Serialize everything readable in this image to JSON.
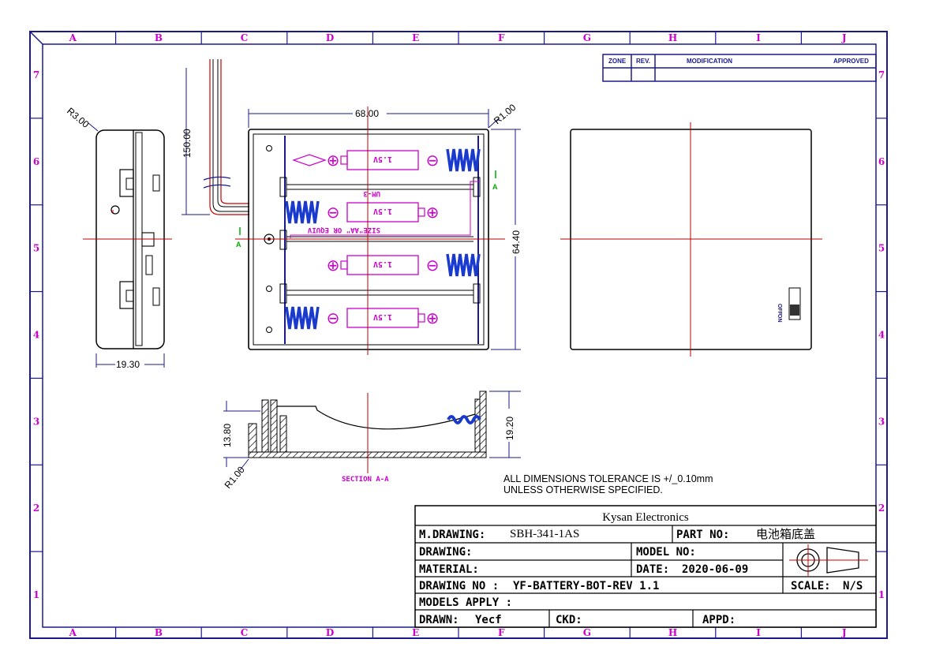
{
  "frame": {
    "columns": [
      "A",
      "B",
      "C",
      "D",
      "E",
      "F",
      "G",
      "H",
      "I",
      "J"
    ],
    "rows": [
      "7",
      "6",
      "5",
      "4",
      "3",
      "2",
      "1"
    ],
    "border_color": "#1a1a8c",
    "label_color": "#cc00cc"
  },
  "revision_table": {
    "headers": [
      "ZONE",
      "REV.",
      "MODIFICATION",
      "APPROVED"
    ]
  },
  "views": {
    "side_view": {
      "radius_label": "R3.00",
      "width_label": "19.30"
    },
    "top_view": {
      "width_label": "68.00",
      "height_label": "64.40",
      "corner_label": "R1.00",
      "wire_length_label": "150.00",
      "section_marker": "A",
      "battery_label": "1.5V",
      "cell_type_label": "UM-3",
      "size_label": "SIZE\"AA\" OR EQUIV",
      "plus_symbol": "⊕",
      "minus_symbol": "⊖"
    },
    "bottom_view": {
      "switch_on": "ON",
      "switch_off": "OFF"
    },
    "section_view": {
      "title": "SECTION A-A",
      "height_left": "13.80",
      "height_right": "19.20",
      "corner_label": "R1.00"
    }
  },
  "notes": {
    "line1": "ALL DIMENSIONS TOLERANCE IS +/_0.10mm",
    "line2": "UNLESS OTHERWISE SPECIFIED."
  },
  "title_block": {
    "company": "Kysan Electronics",
    "m_drawing_label": "M.DRAWING:",
    "m_drawing_value": "SBH-341-1AS",
    "part_no_label": "PART NO:",
    "part_no_value": "电池箱底盖",
    "drawing_label": "DRAWING:",
    "model_no_label": "MODEL NO:",
    "material_label": "MATERIAL:",
    "date_label": "DATE:",
    "date_value": "2020-06-09",
    "drawing_no_label": "DRAWING NO :",
    "drawing_no_value": "YF-BATTERY-BOT-REV 1.1",
    "scale_label": "SCALE:",
    "scale_value": "N/S",
    "models_apply_label": "MODELS APPLY :",
    "drawn_label": "DRAWN:",
    "drawn_value": "Yecf",
    "ckd_label": "CKD:",
    "appd_label": "APPD:"
  }
}
